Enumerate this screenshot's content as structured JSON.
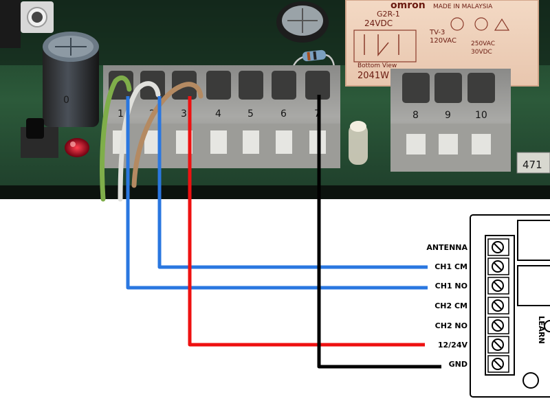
{
  "board": {
    "terminal_numbers": [
      "1",
      "2",
      "3",
      "4",
      "5",
      "6",
      "7"
    ],
    "terminal_numbers_right": [
      "8",
      "9",
      "10"
    ],
    "board_code": "471"
  },
  "relay": {
    "brand": "omron",
    "origin": "MADE IN MALAYSIA",
    "model": "G2R-1",
    "voltage": "24VDC",
    "rating1": "TV-3",
    "rating2": "120VAC",
    "rating3": "250VAC",
    "rating4": "30VDC",
    "bottom_view": "Bottom View",
    "code": "2041W"
  },
  "receiver": {
    "side_label": "LEARN",
    "terminals": [
      "ANTENNA",
      "CH1 CM",
      "CH1 NO",
      "CH2 CM",
      "CH2 NO",
      "12/24V",
      "GND"
    ]
  },
  "wires": [
    {
      "from_terminal": "2",
      "to": "CH1 CM",
      "color": "#2a77e0"
    },
    {
      "from_terminal": "1",
      "to": "CH1 NO",
      "color": "#2a77e0"
    },
    {
      "from_terminal": "3",
      "to": "12/24V",
      "color": "#ee1111"
    },
    {
      "from_terminal": "7",
      "to": "GND",
      "color": "#000000"
    }
  ]
}
